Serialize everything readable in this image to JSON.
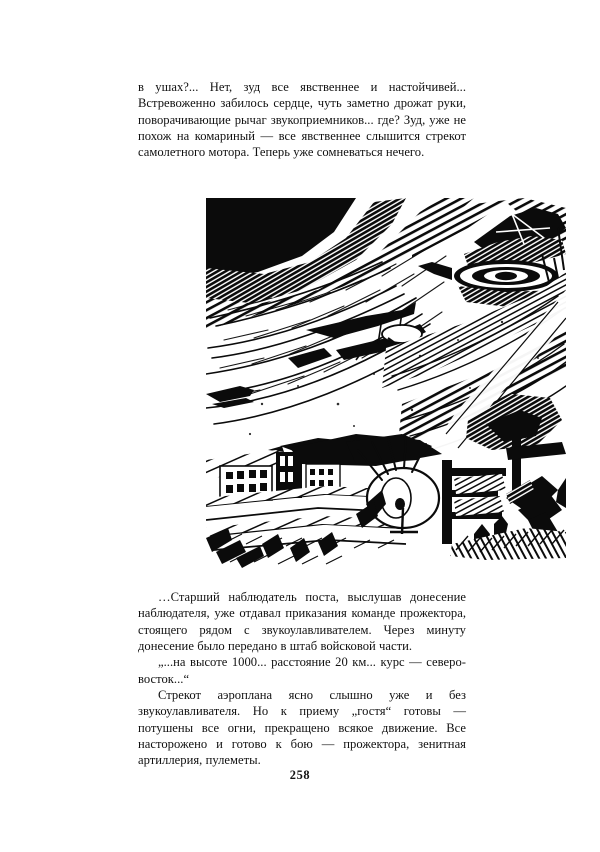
{
  "document": {
    "language": "ru",
    "page_number": "258",
    "background_color": "#ffffff",
    "text_color": "#111111"
  },
  "body_top": {
    "paragraphs": [
      "в ушах?... Нет, зуд все явственнее и настойчивей... Встревоженно забилось сердце, чуть  заметно дрожат руки, поворачивающие рычаг звукоприемников... где? Зуд, уже не похож на комариный — все явственнее слышится стрекот самолетного мотора. Теперь уже сомневаться нечего."
    ]
  },
  "illustration": {
    "caption": "",
    "alt": "Чёрно-белая штриховая иллюстрация: лучи прожекторов в ночном небе, самолёты над городом, зенитная установка и прожектор на земле",
    "ink_color": "#0b0b0b",
    "paper_color": "#ffffff",
    "elements": [
      "searchlight-beams",
      "night-sky-hatching",
      "biplane-aircraft",
      "dark-aircraft-with-roundel",
      "city-buildings",
      "searchlight-dish",
      "anti-aircraft-gun"
    ]
  },
  "body_bottom": {
    "paragraphs": [
      "…Старший наблюдатель поста, выслушав донесение наблюдателя, уже отдавал приказания команде прожектора, стоящего рядом с звукоулавливателем. Через минуту донесение было передано в штаб войсковой части.",
      "„...на высоте 1000... расстояние 20 км... курс — северо-восток...“",
      "Стрекот аэроплана ясно слышно уже и без звукоулавливателя. Но к приему „гостя“ готовы — потушены все огни, прекращено всякое движение. Все насторожено и готово к бою — прожектора, зенитная артиллерия, пулеметы."
    ]
  },
  "folio": {
    "number": "258"
  }
}
